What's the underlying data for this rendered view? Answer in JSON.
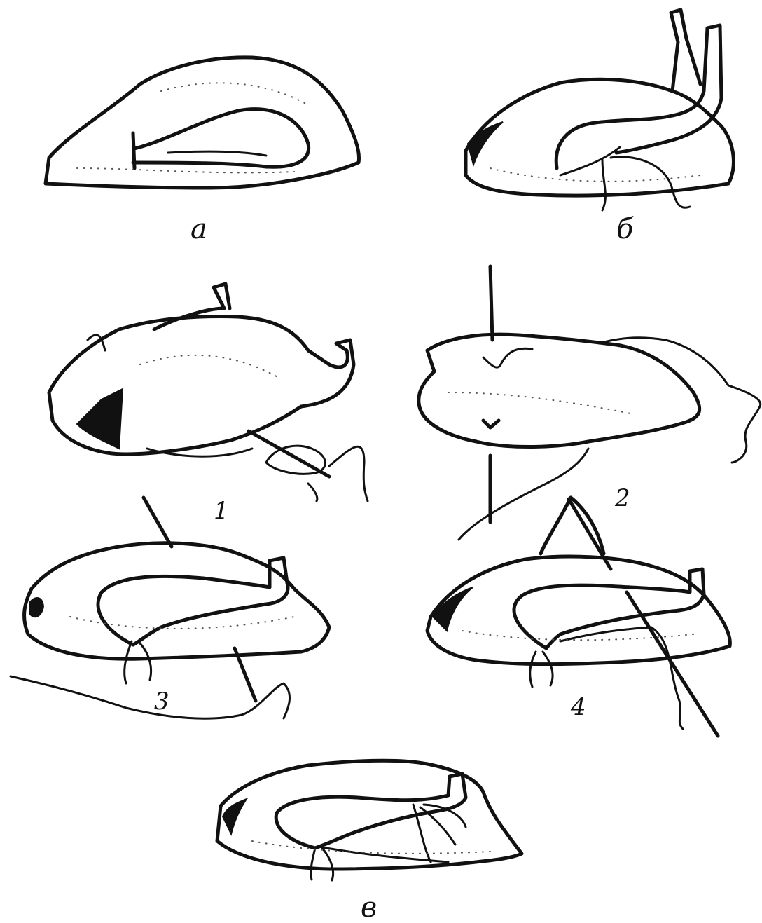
{
  "labels": {
    "fig_a": "а",
    "fig_b": "б",
    "fig_v": "в",
    "step_1": "1",
    "step_2": "2",
    "step_3": "3",
    "step_4": "4"
  }
}
